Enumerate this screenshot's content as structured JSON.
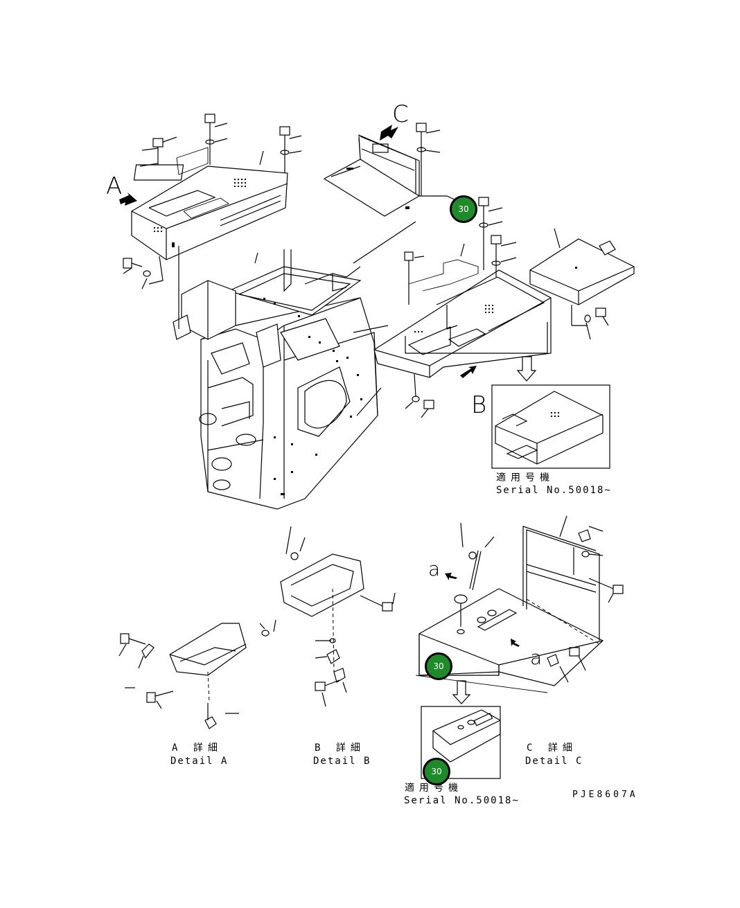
{
  "view_labels": {
    "a_upper": "A",
    "b_upper": "B",
    "c_upper": "C",
    "a_lower_top": "a",
    "a_lower_bottom": "a"
  },
  "serial_notes": [
    {
      "jp": "適用号機",
      "en": "Serial No.50018~"
    },
    {
      "jp": "適用号機",
      "en": "Serial No.50018~"
    }
  ],
  "details": [
    {
      "jp": "A 詳細",
      "en": "Detail A"
    },
    {
      "jp": "B 詳細",
      "en": "Detail B"
    },
    {
      "jp": "C 詳細",
      "en": "Detail C"
    }
  ],
  "drawing_code": "PJE8607A",
  "callouts": [
    {
      "label": "30",
      "color": "#1f8a2a"
    },
    {
      "label": "30",
      "color": "#1f8a2a"
    },
    {
      "label": "30",
      "color": "#1f8a2a"
    }
  ]
}
